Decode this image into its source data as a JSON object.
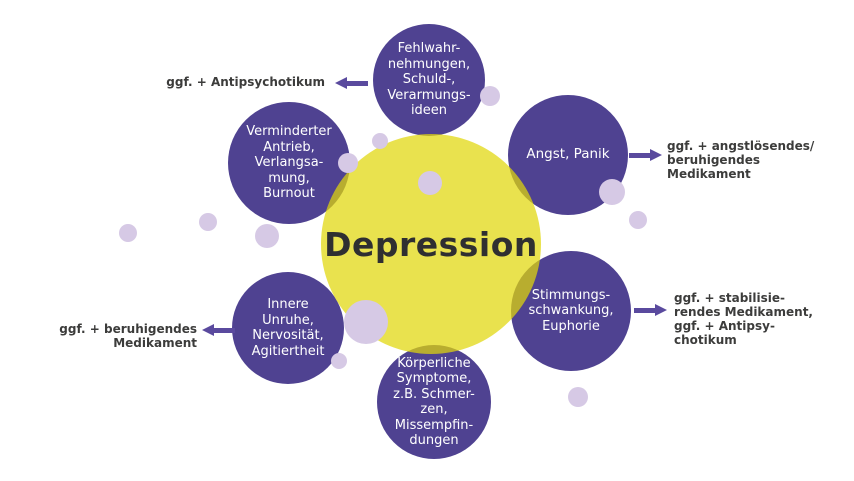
{
  "diagram": {
    "center": {
      "label": "Depression"
    },
    "satellites": [
      {
        "id": "wahn",
        "lines": [
          "Fehlwahr-",
          "nehmungen,",
          "Schuld-,",
          "Verarmungs-",
          "ideen"
        ]
      },
      {
        "id": "antrieb",
        "lines": [
          "Verminderter",
          "Antrieb,",
          "Verlangsa-",
          "mung,",
          "Burnout"
        ]
      },
      {
        "id": "angst",
        "lines": [
          "Angst, Panik"
        ]
      },
      {
        "id": "stimmung",
        "lines": [
          "Stimmungs-",
          "schwankung,",
          "Euphorie"
        ]
      },
      {
        "id": "koerper",
        "lines": [
          "Körperliche",
          "Symptome,",
          "z.B. Schmer-",
          "zen,",
          "Missempfin-",
          "dungen"
        ]
      },
      {
        "id": "unruhe",
        "lines": [
          "Innere",
          "Unruhe,",
          "Nervosität,",
          "Agitiertheit"
        ]
      }
    ],
    "annotations": [
      {
        "id": "antipsychotikum",
        "arrow_direction": "left",
        "lines": [
          "ggf. + Antipsychotikum"
        ]
      },
      {
        "id": "angstloesend",
        "arrow_direction": "right",
        "lines": [
          "ggf. + angstlösendes/",
          "beruhigendes",
          "Medikament"
        ]
      },
      {
        "id": "stabilisierend",
        "arrow_direction": "right",
        "lines": [
          "ggf. + stabilisie-",
          "rendes Medikament,",
          "ggf. + Antipsy-",
          "chotikum"
        ]
      },
      {
        "id": "beruhigend",
        "arrow_direction": "left",
        "lines": [
          "ggf. + beruhigendes",
          "Medikament"
        ]
      }
    ],
    "colors": {
      "satellite_purple": "#4f4291",
      "center_yellow": "#e9e24c",
      "overlap_olive": "#b1a942",
      "dot_lavender": "#d6c9e5",
      "arrow_purple": "#5a4a9e",
      "annotation_text": "#3c3c3b",
      "center_text": "#2f2f31",
      "satellite_text": "#ffffff"
    }
  }
}
